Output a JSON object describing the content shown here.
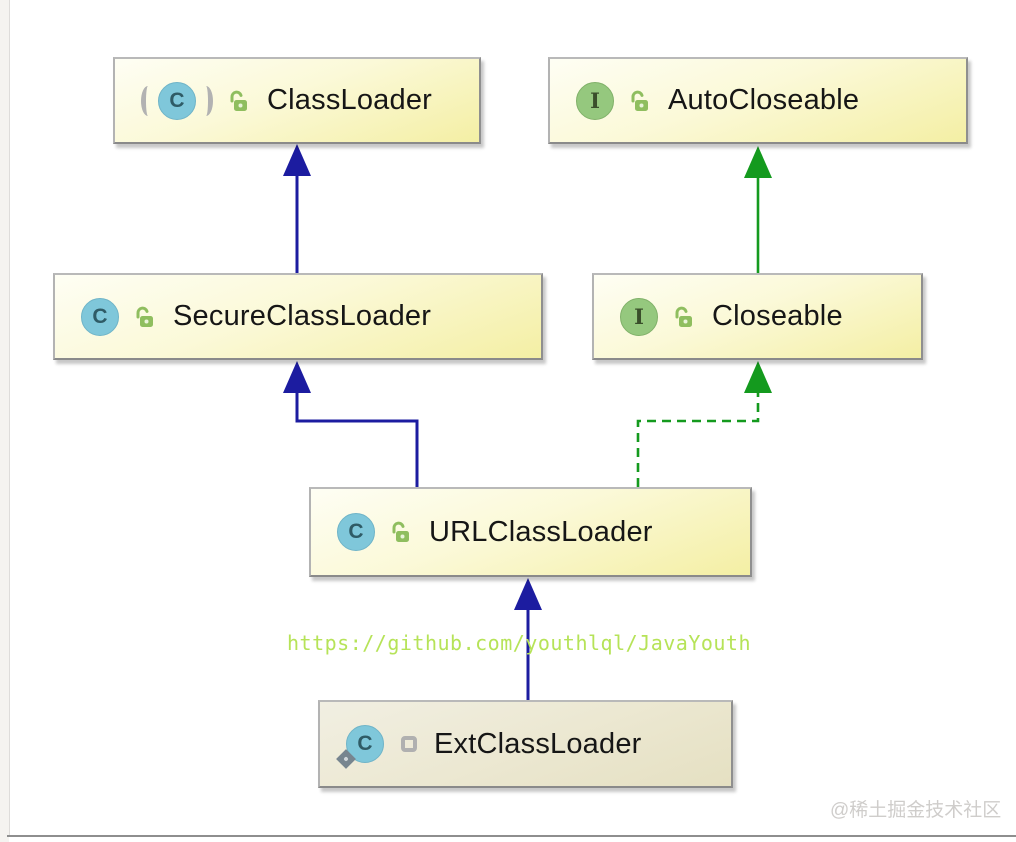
{
  "diagram": {
    "description": "Java ClassLoader class hierarchy UML diagram",
    "nodes": [
      {
        "label": "ClassLoader",
        "kind": "abstract class",
        "type_letter": "C",
        "visibility": "public"
      },
      {
        "label": "AutoCloseable",
        "kind": "interface",
        "type_letter": "I",
        "visibility": "public"
      },
      {
        "label": "SecureClassLoader",
        "kind": "class",
        "type_letter": "C",
        "visibility": "public"
      },
      {
        "label": "Closeable",
        "kind": "interface",
        "type_letter": "I",
        "visibility": "public"
      },
      {
        "label": "URLClassLoader",
        "kind": "class",
        "type_letter": "C",
        "visibility": "public"
      },
      {
        "label": "ExtClassLoader",
        "kind": "static class",
        "type_letter": "C",
        "visibility": "package-local"
      }
    ],
    "edges": [
      {
        "from": "SecureClassLoader",
        "to": "ClassLoader",
        "relation": "extends",
        "line": "solid",
        "color": "#1c1ca0"
      },
      {
        "from": "Closeable",
        "to": "AutoCloseable",
        "relation": "extends",
        "line": "solid",
        "color": "#149a1e"
      },
      {
        "from": "URLClassLoader",
        "to": "SecureClassLoader",
        "relation": "extends",
        "line": "solid",
        "color": "#1c1ca0"
      },
      {
        "from": "URLClassLoader",
        "to": "Closeable",
        "relation": "implements",
        "line": "dashed",
        "color": "#149a1e"
      },
      {
        "from": "ExtClassLoader",
        "to": "URLClassLoader",
        "relation": "extends",
        "line": "solid",
        "color": "#1c1ca0"
      }
    ]
  },
  "watermarks": {
    "repo_url": "https://github.com/youthlql/JavaYouth",
    "community": "@稀土掘金技术社区"
  },
  "colors": {
    "class_extends_arrow": "#1c1ca0",
    "interface_extends_arrow": "#149a1e",
    "node_fill_top": "#fefef4",
    "node_fill_bottom": "#f4efa4",
    "node_border": "#8f8f8f",
    "class_icon_fill": "#7fc7da",
    "interface_icon_fill": "#95c87e",
    "lock_icon_green": "#8fbe5f",
    "url_watermark_green": "#b6e358",
    "community_watermark_gray": "#cfcdcb"
  }
}
